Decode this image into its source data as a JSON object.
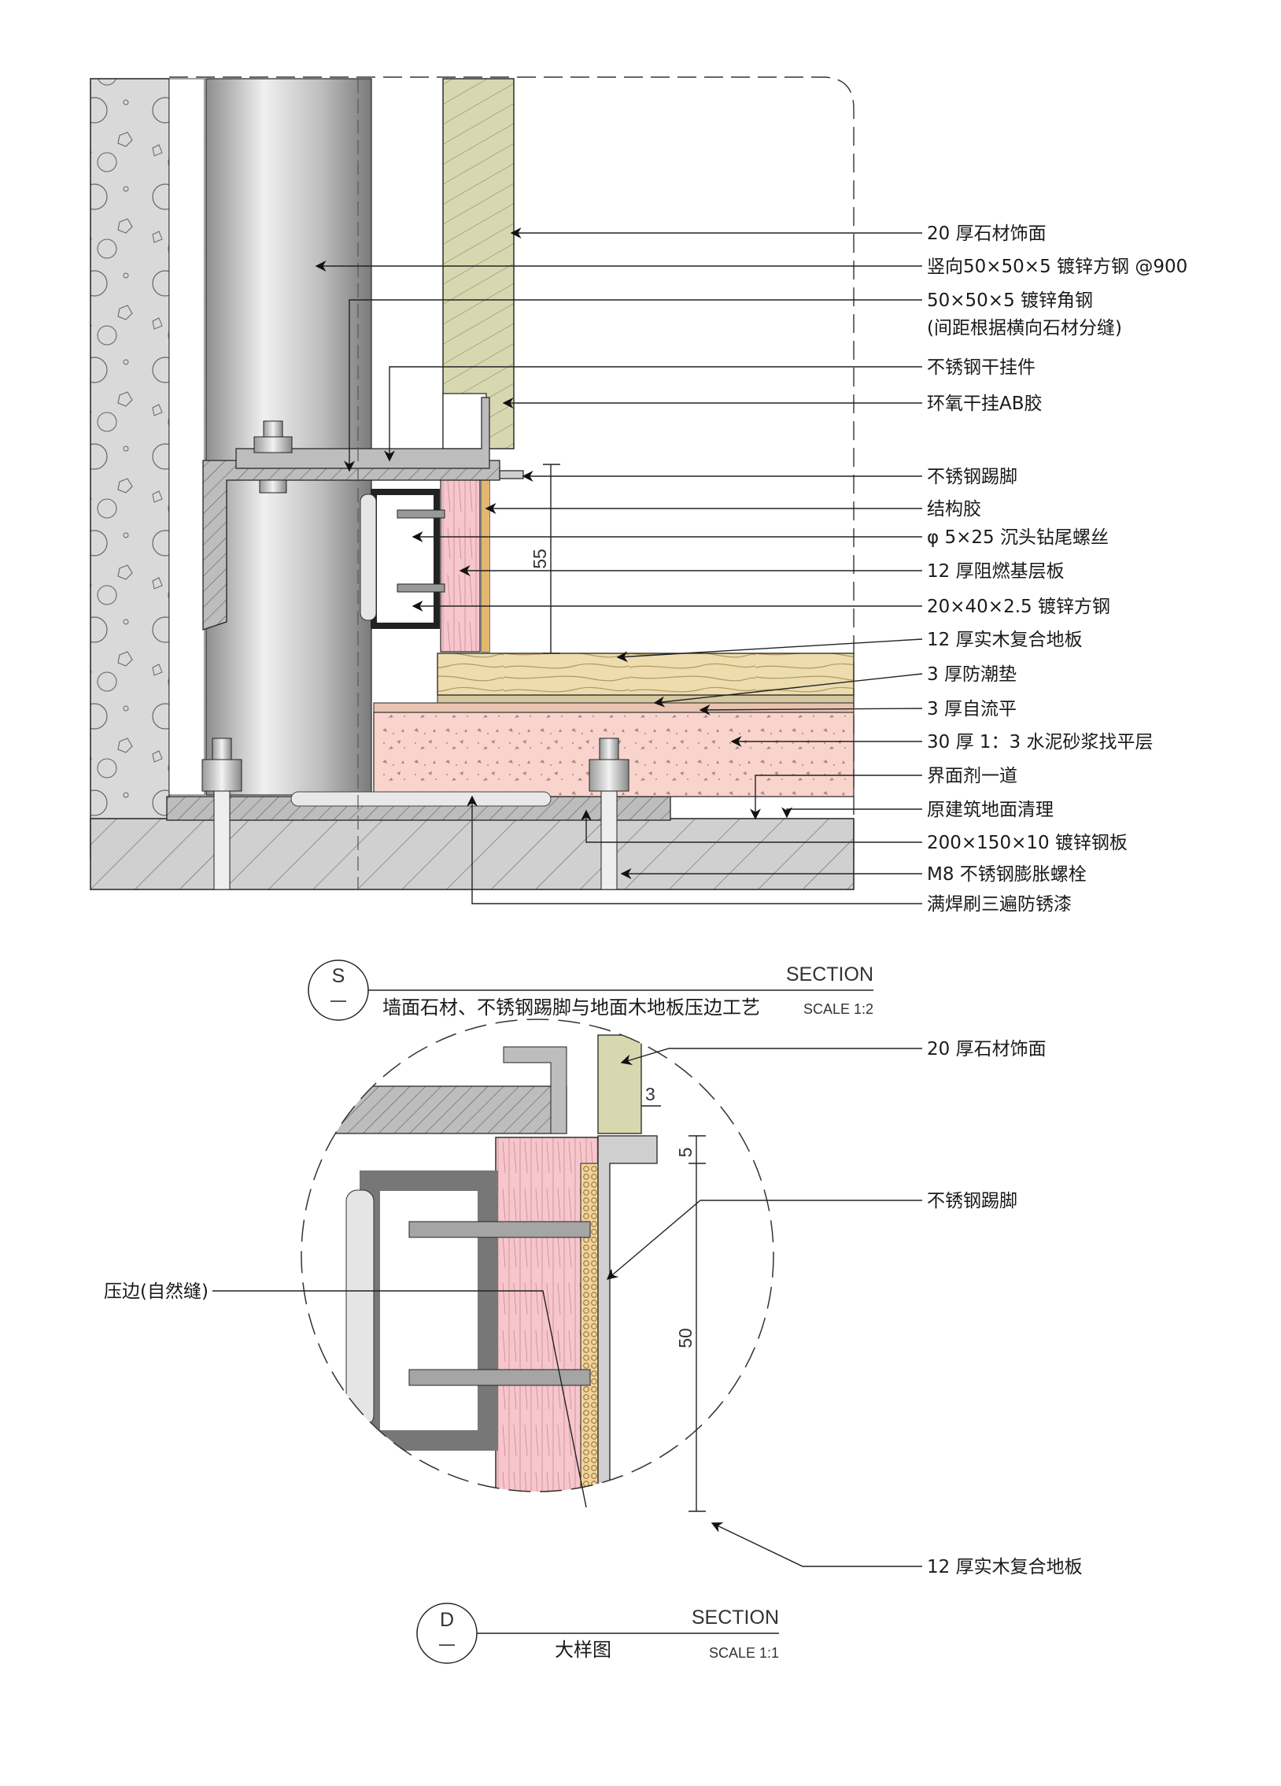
{
  "top_callouts": [
    "20 厚石材饰面",
    "竖向50×50×5 镀锌方钢 @900",
    "50×50×5 镀锌角钢",
    "(间距根据横向石材分缝)",
    "不锈钢干挂件",
    "环氧干挂AB胶",
    "不锈钢踢脚",
    "结构胶",
    "φ 5×25 沉头钻尾螺丝",
    "12 厚阻燃基层板",
    "20×40×2.5 镀锌方钢",
    "12 厚实木复合地板",
    "3 厚防潮垫",
    "3 厚自流平",
    "30 厚 1：3 水泥砂浆找平层",
    "界面剂一道",
    "原建筑地面清理",
    "200×150×10 镀锌钢板",
    "M8 不锈钢膨胀螺栓",
    "满焊刷三遍防锈漆"
  ],
  "top_dimension": "55",
  "section_s": {
    "symbol": "S",
    "title": "墙面石材、不锈钢踢脚与地面木地板压边工艺",
    "word": "SECTION",
    "scale": "SCALE 1:2"
  },
  "detail_callouts": {
    "stone": "20 厚石材饰面",
    "kick": "不锈钢踢脚",
    "floor": "12 厚实木复合地板",
    "edge": "压边(自然缝)"
  },
  "detail_dimensions": {
    "gap": "3",
    "lip": "5",
    "height": "50"
  },
  "section_d": {
    "symbol": "D",
    "title": "大样图",
    "word": "SECTION",
    "scale": "SCALE 1:1"
  },
  "colors": {
    "concrete": "#d9d9d9",
    "stone": "#d8d8b0",
    "board": "#f6c6cc",
    "wood": "#ecdcae",
    "mortar": "#f8d4cc",
    "steel": "#bdbdbd",
    "line": "#222222"
  }
}
